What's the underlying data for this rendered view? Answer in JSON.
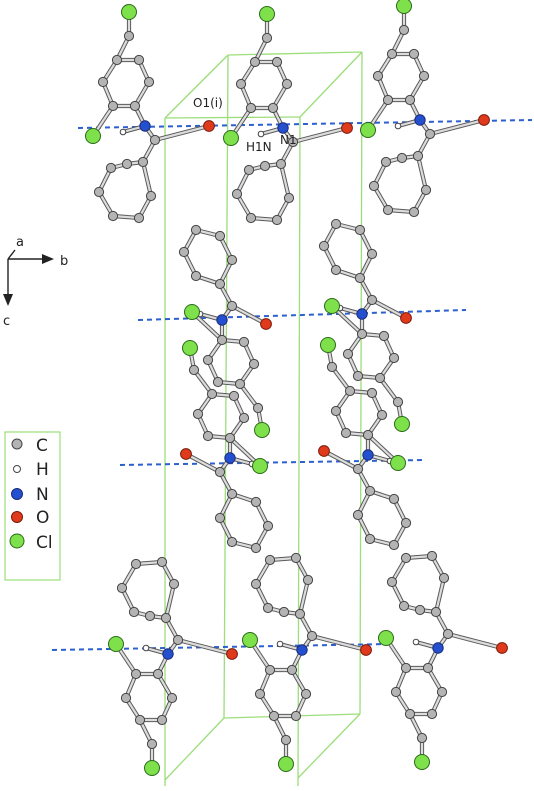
{
  "labels": {
    "o1i": "O1(i)",
    "h1n": "H1N",
    "n1": "N1"
  },
  "axes": {
    "a": "a",
    "b": "b",
    "c": "c"
  },
  "legend": {
    "items": [
      {
        "label": "C",
        "color": "#b4b4b4"
      },
      {
        "label": "H",
        "color": "#ffffff"
      },
      {
        "label": "N",
        "color": "#2450d0"
      },
      {
        "label": "O",
        "color": "#e03a1c"
      },
      {
        "label": "Cl",
        "color": "#7ee04a"
      }
    ]
  },
  "colors": {
    "cell": "#9bde7a",
    "hbond": "#2c5fd0",
    "bond": "#5a5a5a",
    "legend_border": "#9bde7a"
  }
}
